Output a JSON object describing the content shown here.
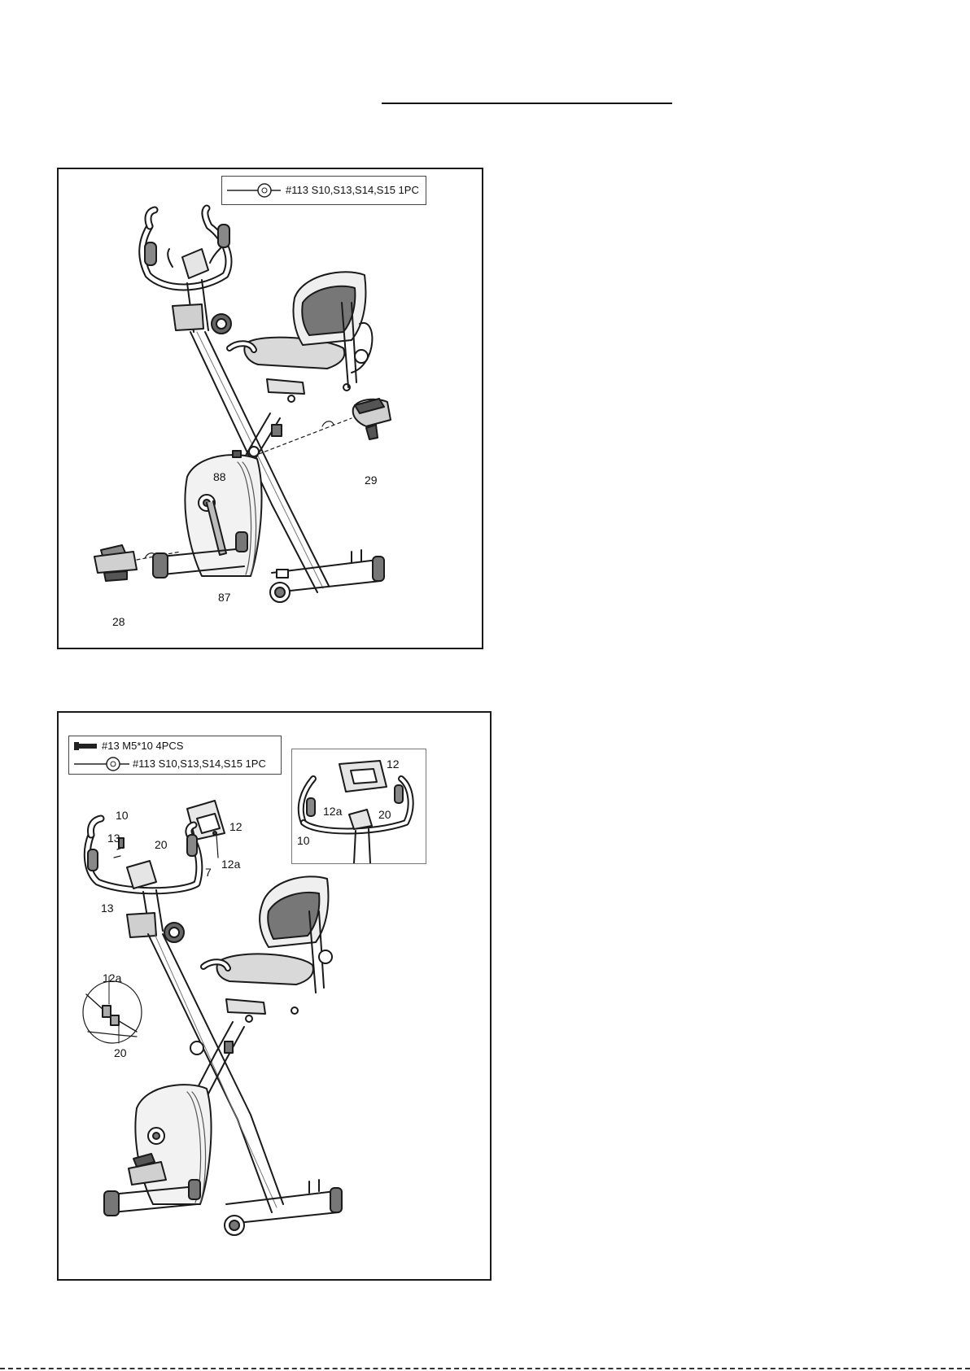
{
  "step1": {
    "hardware": [
      {
        "icon": "allen-wrench-icon",
        "label": "#113 S10,S13,S14,S15  1PC"
      }
    ],
    "callouts": {
      "p88": "88",
      "p29": "29",
      "p87": "87",
      "p28": "28"
    }
  },
  "step2": {
    "hardware": [
      {
        "icon": "bolt-icon",
        "label": "#13 M5*10 4PCS"
      },
      {
        "icon": "allen-wrench-icon",
        "label": "#113 S10,S13,S14,S15  1PC"
      }
    ],
    "callouts": {
      "p10": "10",
      "p13a": "13",
      "p20": "20",
      "p12": "12",
      "p7": "7",
      "p12a": "12a",
      "p13b": "13"
    },
    "inset_callouts": {
      "p12": "12",
      "p12a": "12a",
      "p20": "20",
      "p10": "10"
    },
    "detail_callouts": {
      "p12a": "12a",
      "p20": "20"
    }
  },
  "colors": {
    "line": "#1a1a1a",
    "shade": "#9a9a9a",
    "light": "#d8d8d8"
  }
}
